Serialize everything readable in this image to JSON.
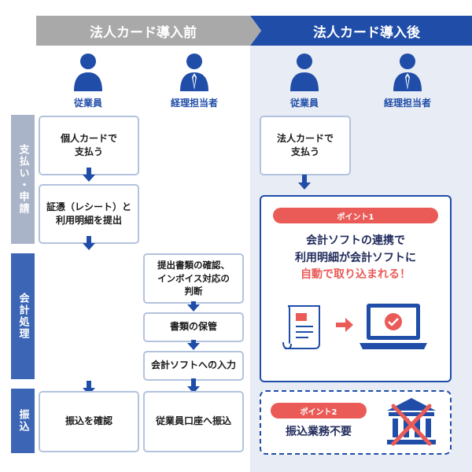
{
  "banner": {
    "before": "法人カード導入前",
    "after": "法人カード導入後"
  },
  "people": {
    "employee": "従業員",
    "accounting": "経理担当者"
  },
  "sidebar": {
    "apply": "支払い・申請",
    "processing": "会計処理",
    "transfer": "振込"
  },
  "before": {
    "step_personal_card": "個人カードで\n支払う",
    "step_receipt": "証憑（レシート）と\n利用明細を提出",
    "step_check_docs": "提出書類の確認、\nインボイス対応の\n判断",
    "step_store_docs": "書類の保管",
    "step_input": "会計ソフトへの入力",
    "step_confirm_transfer": "振込を確認",
    "step_transfer_account": "従業員口座へ振込"
  },
  "after": {
    "step_corp_card": "法人カードで\n支払う",
    "point1_label": "ポイント1",
    "point1_line1": "会計ソフトの連携で",
    "point1_line2": "利用明細が会計ソフトに",
    "point1_line3": "自動で取り込まれる！",
    "point2_label": "ポイント2",
    "point2_text": "振込業務不要"
  },
  "colors": {
    "accent": "#1f4da8",
    "gray": "#a9a9a9",
    "point": "#ea5b58",
    "after_bg": "#e8ecf4"
  },
  "icons": {
    "person": "person-icon",
    "person_tie": "person-tie-icon",
    "document": "document-icon",
    "laptop": "laptop-check-icon",
    "bank": "bank-crossed-icon"
  }
}
